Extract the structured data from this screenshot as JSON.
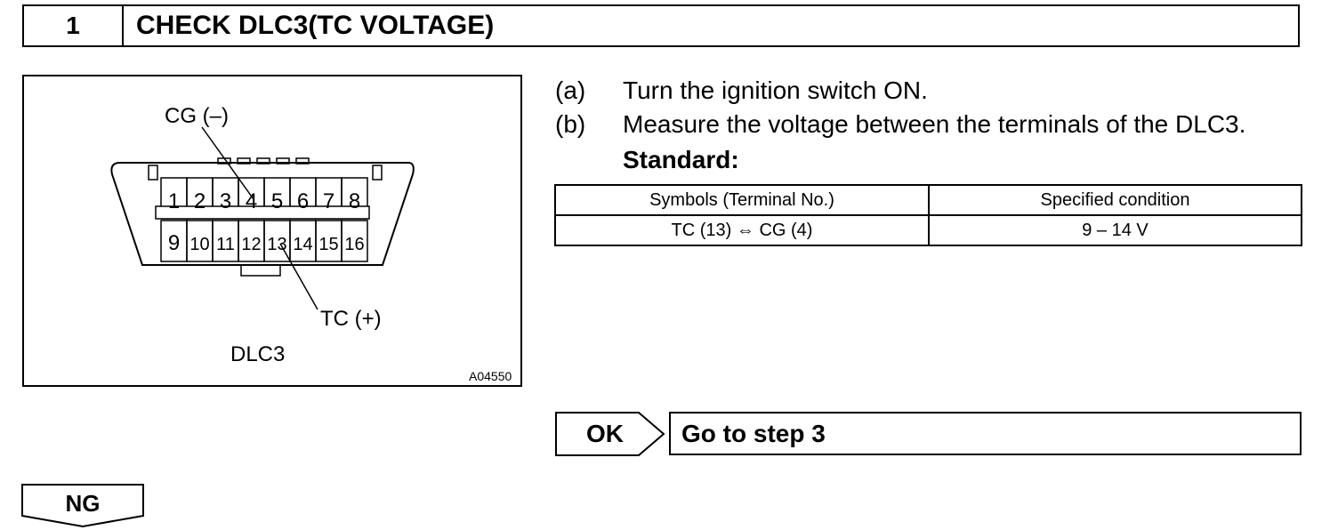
{
  "step": {
    "number": "1",
    "title": "CHECK DLC3(TC VOLTAGE)"
  },
  "figure": {
    "cg_label": "CG (–)",
    "tc_label": "TC (+)",
    "connector_name": "DLC3",
    "figure_code": "A04550",
    "top_pins": [
      "1",
      "2",
      "3",
      "4",
      "5",
      "6",
      "7",
      "8"
    ],
    "bottom_pins": [
      "9",
      "10",
      "11",
      "12",
      "13",
      "14",
      "15",
      "16"
    ]
  },
  "instructions": [
    {
      "label": "(a)",
      "text": "Turn the ignition switch ON."
    },
    {
      "label": "(b)",
      "text": "Measure the voltage between the terminals of the DLC3."
    }
  ],
  "standard_label": "Standard:",
  "spec_table": {
    "headers": [
      "Symbols (Terminal No.)",
      "Specified condition"
    ],
    "rows": [
      [
        "TC (13) ⇔ CG (4)",
        "9 – 14 V"
      ]
    ]
  },
  "ok": {
    "label": "OK",
    "action": "Go to step 3"
  },
  "ng": {
    "label": "NG"
  }
}
